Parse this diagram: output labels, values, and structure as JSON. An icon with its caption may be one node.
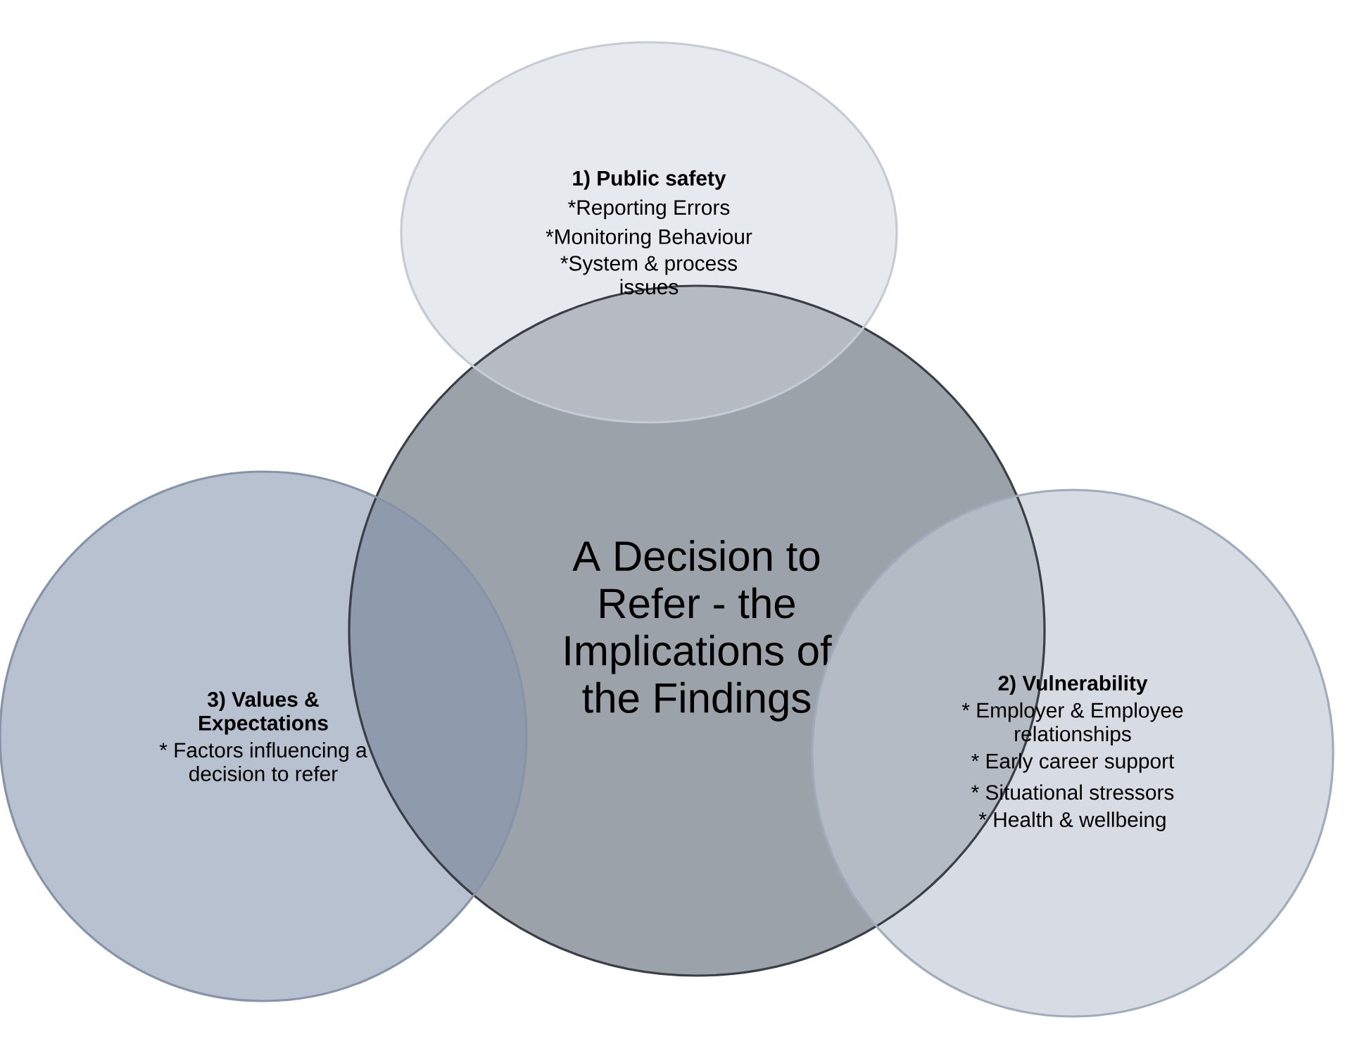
{
  "diagram": {
    "nodes": [
      {
        "text": [
          "1) Public safety",
          "*Reporting Errors",
          "*Monitoring Behaviour",
          "*System & process issues"
        ]
      },
      {
        "text": [
          "A Decision to Refer - the Implications of the Findings"
        ]
      },
      {
        "text": [
          "2) Vulnerability",
          "* Employer & Employee relationships",
          "* Early career support",
          "* Situational stressors",
          "* Health & wellbeing"
        ]
      },
      {
        "text": [
          "3) Values & Expectations",
          "* Factors influencing a decision to refer"
        ]
      }
    ]
  }
}
